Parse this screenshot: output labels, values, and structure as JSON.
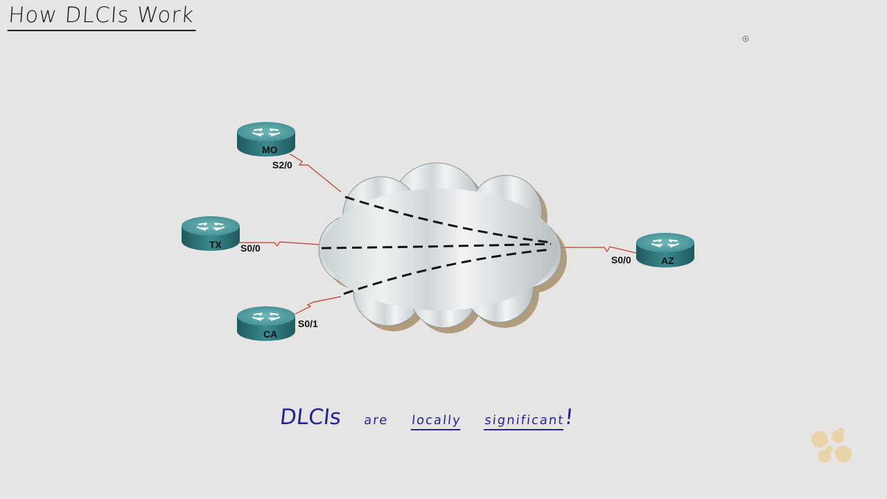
{
  "title": "How DLCIs Work",
  "caption": {
    "part1": "DLCIs",
    "part2": "are",
    "part3": "locally",
    "part4": "significant",
    "part5": "!"
  },
  "routers": {
    "mo": {
      "name": "MO",
      "interface": "S2/0"
    },
    "tx": {
      "name": "TX",
      "interface": "S0/0"
    },
    "ca": {
      "name": "CA",
      "interface": "S0/1"
    },
    "az": {
      "name": "AZ",
      "interface": "S0/0"
    }
  },
  "colors": {
    "router_body": "#2f7a7e",
    "router_top": "#56a3a6",
    "serial_link": "#c0392b",
    "pvc_dash": "#111111",
    "caption": "#23239e",
    "logo": "#e9d3a8"
  }
}
